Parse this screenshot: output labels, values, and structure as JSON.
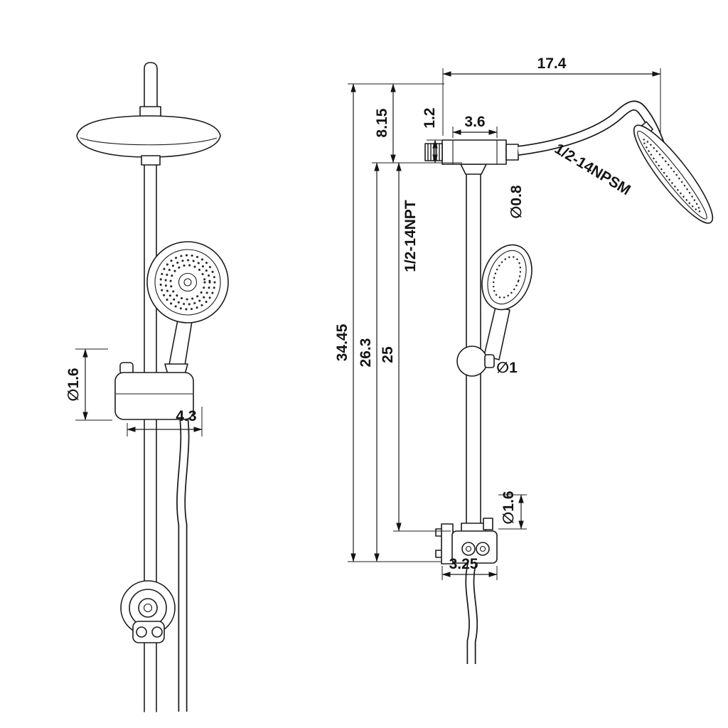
{
  "drawing": {
    "labels": {
      "left": {
        "holder_diameter": "∅1.6",
        "holder_width": "4.3"
      },
      "right": {
        "arm_reach": "17.4",
        "arm_rise": "8.15",
        "top_offset": "1.2",
        "connector_width": "3.6",
        "head_thread": "1/2-14NPSM",
        "arm_diameter": "∅0.8",
        "inlet_thread": "1/2-14NPT",
        "overall_height": "34.45",
        "column_height": "26.3",
        "bar_length": "25",
        "bar_diameter": "∅1",
        "mount_diameter": "∅1.6",
        "bracket_width": "3.25"
      }
    },
    "colors": {
      "line": "#1b1b1b",
      "background": "#ffffff"
    }
  }
}
